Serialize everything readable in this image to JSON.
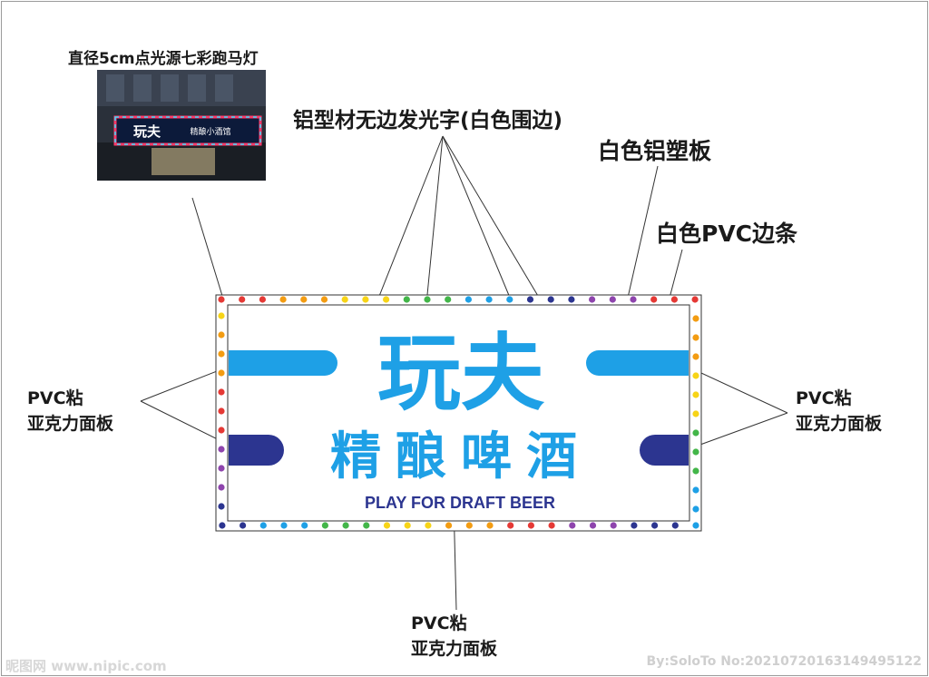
{
  "labels": {
    "led_light": "直径5cm点光源七彩跑马灯",
    "luminous_text": "铝型材无边发光字(白色围边)",
    "aluminum_board": "白色铝塑板",
    "pvc_edge": "白色PVC边条",
    "pvc_panel_left": [
      "PVC粘",
      "亚克力面板"
    ],
    "pvc_panel_right": [
      "PVC粘",
      "亚克力面板"
    ],
    "pvc_panel_bottom": [
      "PVC粘",
      "亚克力面板"
    ]
  },
  "sign": {
    "title": "玩夫",
    "subtitle": "精酿啤酒",
    "english": "PLAY FOR DRAFT BEER"
  },
  "photo": {
    "logo": "玩夫",
    "shop_name": "精酿小酒馆"
  },
  "watermarks": {
    "left": "昵图网 www.nipic.com",
    "right": "By:SoloTo No:20210720163149495122"
  },
  "colors": {
    "sign_blue": "#1ea0e6",
    "navy": "#2c3590",
    "leds": [
      "#e53935",
      "#f39c12",
      "#f7d417",
      "#43b649",
      "#1ea0e6",
      "#2c3590",
      "#8e44ad"
    ]
  }
}
